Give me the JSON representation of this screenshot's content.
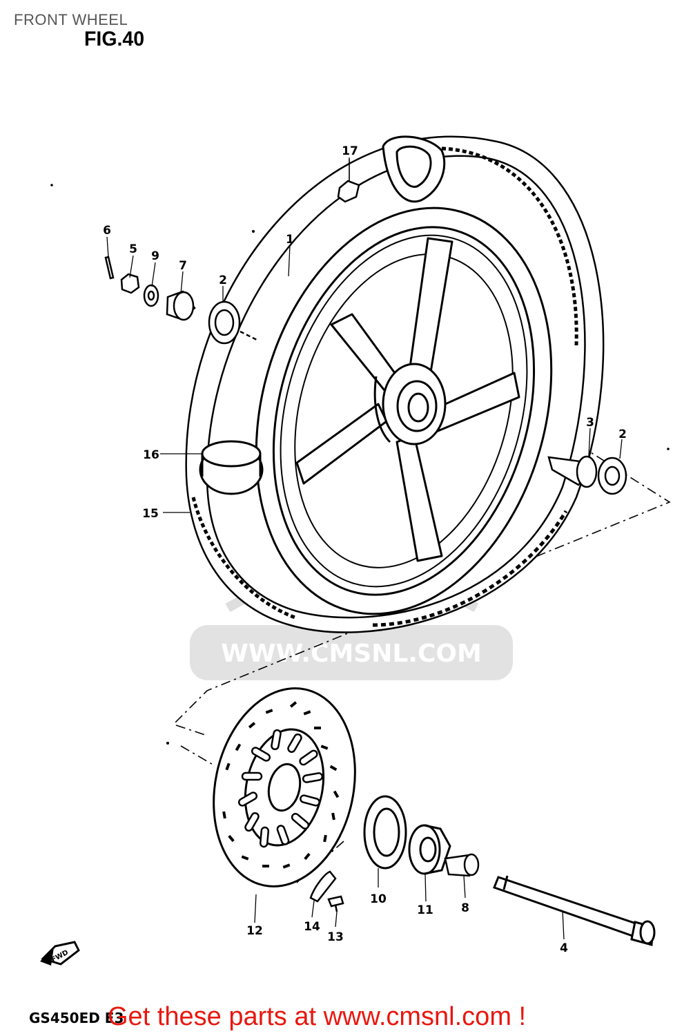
{
  "header": {
    "title": "FRONT WHEEL",
    "figure_label": "FIG.40"
  },
  "watermark": {
    "text": "WWW.CMSNL.COM"
  },
  "fwd_label": "FWD",
  "footer": {
    "model_code": "GS450ED E3",
    "cta_text": "Get these parts at www.cmsnl.com !"
  },
  "part_callouts": {
    "p1": "1",
    "p2a": "2",
    "p2b": "2",
    "p3": "3",
    "p4": "4",
    "p5": "5",
    "p6": "6",
    "p7": "7",
    "p8": "8",
    "p9": "9",
    "p10": "10",
    "p11": "11",
    "p12": "12",
    "p13": "13",
    "p14": "14",
    "p15": "15",
    "p16": "16",
    "p17": "17"
  },
  "colors": {
    "line": "#000000",
    "watermark": "#d4d4d4",
    "cta": "#e8170f",
    "title": "#555555"
  }
}
